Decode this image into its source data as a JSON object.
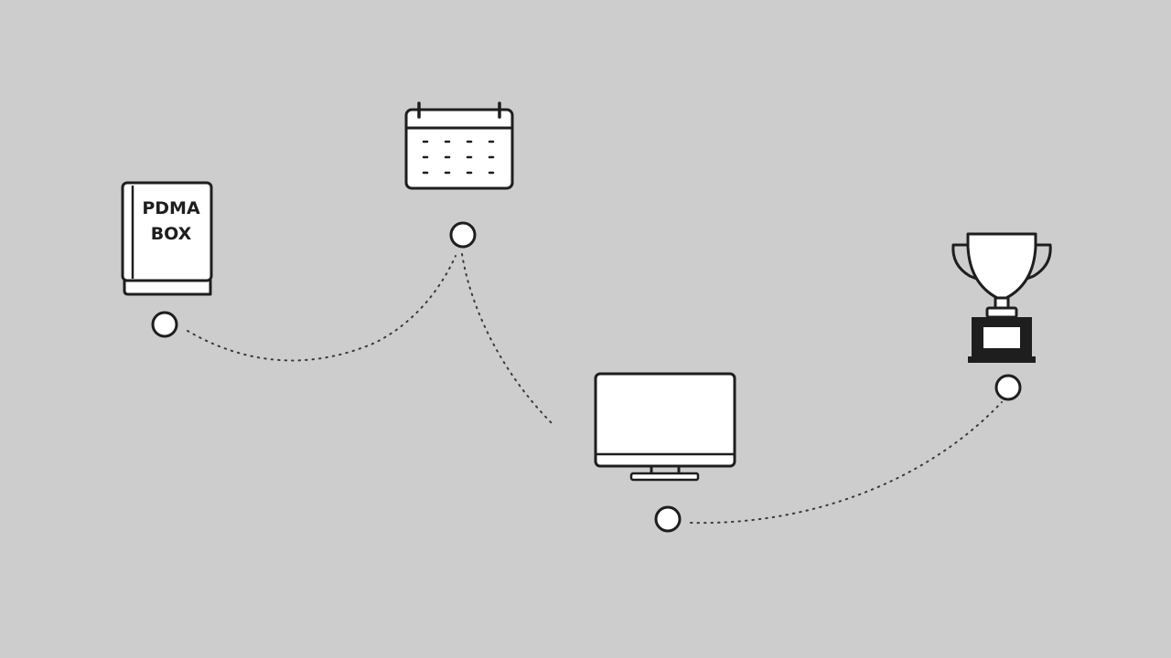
{
  "diagram": {
    "background_color": "#cdcdcd",
    "stroke_color": "#1e1e1e",
    "fill_color": "#ffffff",
    "nodes": [
      {
        "id": "book",
        "icon": "book-icon",
        "label_lines": [
          "PDMA",
          "BOX"
        ]
      },
      {
        "id": "calendar",
        "icon": "calendar-icon"
      },
      {
        "id": "monitor",
        "icon": "monitor-icon"
      },
      {
        "id": "trophy",
        "icon": "trophy-icon"
      }
    ],
    "connections": [
      {
        "from": "book",
        "to": "calendar",
        "style": "dotted"
      },
      {
        "from": "calendar",
        "to": "monitor",
        "style": "dotted"
      },
      {
        "from": "monitor",
        "to": "trophy",
        "style": "dotted"
      }
    ]
  }
}
